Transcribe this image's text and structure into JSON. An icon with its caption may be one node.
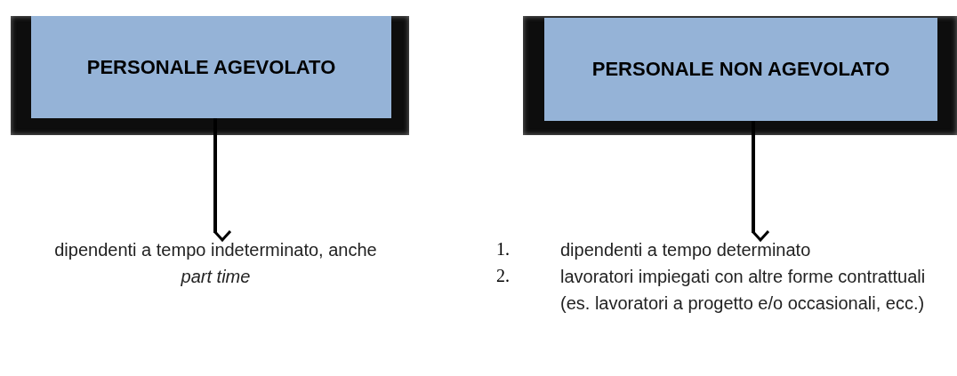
{
  "diagram": {
    "nodes": [
      {
        "text": [
          "PERSONALE AGEVOLATO"
        ]
      },
      {
        "text": [
          "dipendenti a tempo indeterminato, anche *part time*"
        ]
      },
      {
        "text": [
          "PERSONALE NON AGEVOLATO"
        ]
      },
      {
        "text": [
          "1.",
          "dipendenti a tempo determinato",
          "2.",
          "lavoratori impiegati con altre forme contrattuali (es. lavoratori a progetto e/o occasionali, ecc.)"
        ]
      }
    ],
    "edges": [
      {
        "from": 0,
        "to": 1,
        "arrow": "to"
      },
      {
        "from": 2,
        "to": 3,
        "arrow": "to"
      }
    ]
  }
}
